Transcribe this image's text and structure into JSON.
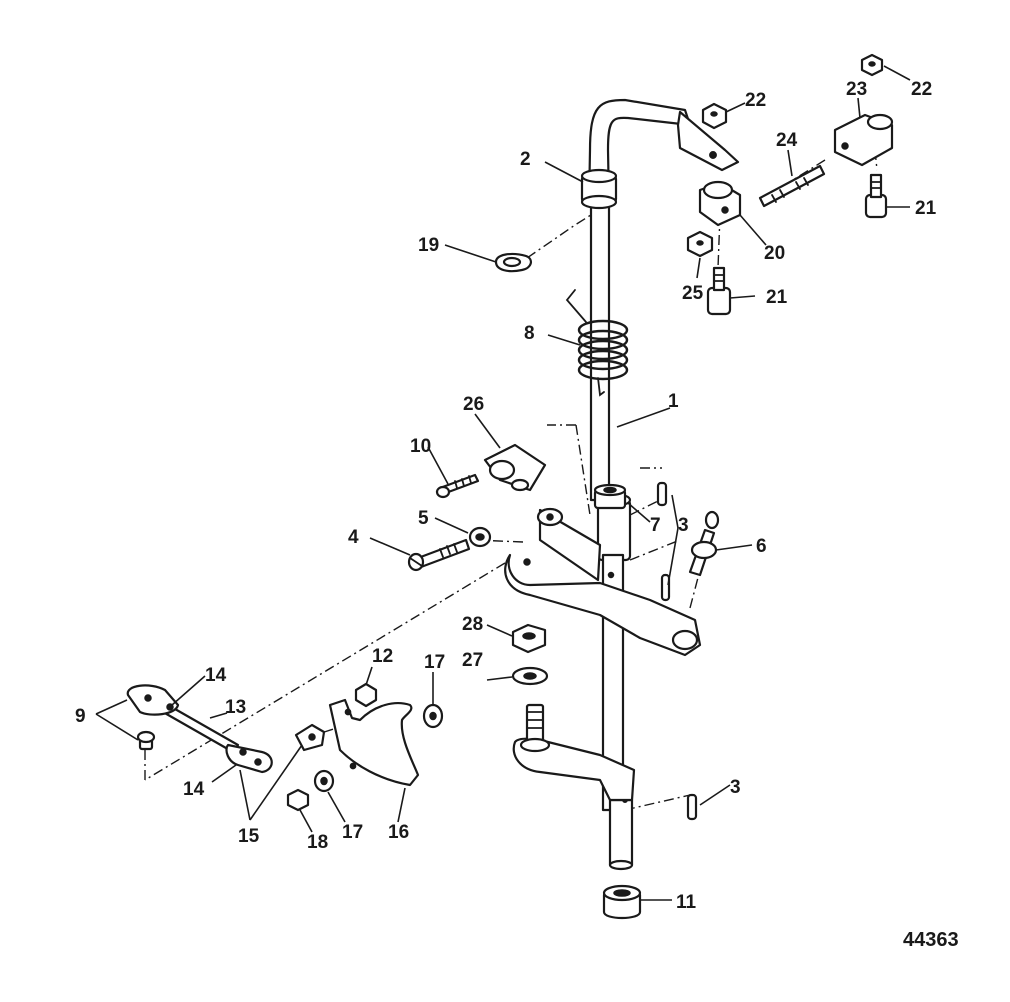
{
  "diagram": {
    "figure_number": "44363",
    "callouts": {
      "c1": "1",
      "c2": "2",
      "c3a": "3",
      "c3b": "3",
      "c4": "4",
      "c5": "5",
      "c6": "6",
      "c7": "7",
      "c8": "8",
      "c9": "9",
      "c10": "10",
      "c11": "11",
      "c12": "12",
      "c13": "13",
      "c14a": "14",
      "c14b": "14",
      "c15": "15",
      "c16": "16",
      "c17a": "17",
      "c17b": "17",
      "c18": "18",
      "c19": "19",
      "c20": "20",
      "c21a": "21",
      "c21b": "21",
      "c22a": "22",
      "c22b": "22",
      "c23": "23",
      "c24": "24",
      "c25": "25",
      "c26": "26",
      "c27": "27",
      "c28": "28"
    },
    "colors": {
      "ink": "#1a1a1a",
      "paper": "#ffffff"
    }
  }
}
